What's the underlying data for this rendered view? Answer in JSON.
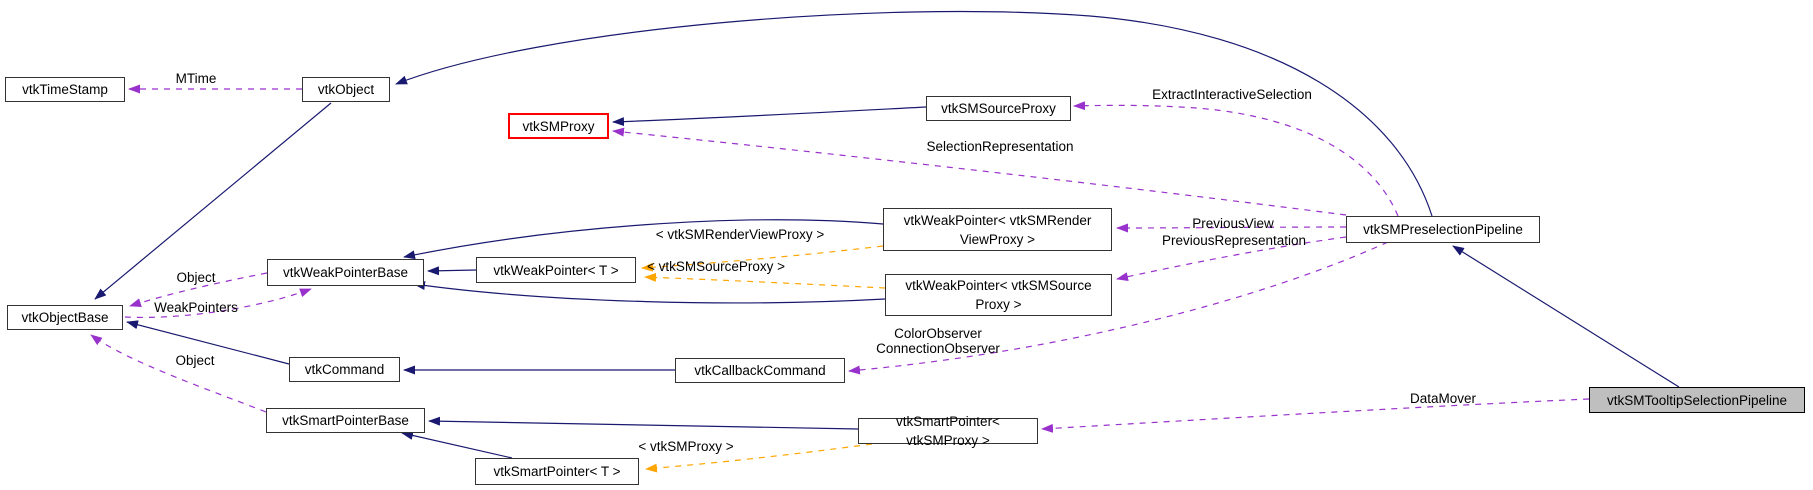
{
  "diagram": {
    "kind": "doxygen-collaboration-graph",
    "target_class": "vtkSMTooltipSelectionPipeline",
    "colors": {
      "background": "#ffffff",
      "inheritance_edge": "#191970",
      "member_edge": "#9932cc",
      "template_edge": "#ffa500",
      "node_border": "#333333",
      "node_fill": "#ffffff",
      "highlighted_node_border": "#ff0000",
      "target_node_fill": "#bfbfbf",
      "text": "#000000"
    }
  },
  "nodes": {
    "vtkTimeStamp": {
      "label": "vtkTimeStamp"
    },
    "vtkObject": {
      "label": "vtkObject"
    },
    "vtkSMProxy": {
      "label": "vtkSMProxy"
    },
    "vtkSMSourceProxy": {
      "label": "vtkSMSourceProxy"
    },
    "vtkObjectBase": {
      "label": "vtkObjectBase"
    },
    "vtkWeakPointerBase": {
      "label": "vtkWeakPointerBase"
    },
    "vtkWeakPointerT": {
      "label": "vtkWeakPointer< T >"
    },
    "vtkWeakPointerRenderView": {
      "label": "vtkWeakPointer< vtkSMRender\nViewProxy >"
    },
    "vtkWeakPointerSource": {
      "label": "vtkWeakPointer< vtkSMSource\nProxy >"
    },
    "vtkSMPreselectionPipeline": {
      "label": "vtkSMPreselectionPipeline"
    },
    "vtkCommand": {
      "label": "vtkCommand"
    },
    "vtkCallbackCommand": {
      "label": "vtkCallbackCommand"
    },
    "vtkSmartPointerBase": {
      "label": "vtkSmartPointerBase"
    },
    "vtkSmartPointerT": {
      "label": "vtkSmartPointer< T >"
    },
    "vtkSmartPointerSMProxy": {
      "label": "vtkSmartPointer< vtkSMProxy >"
    },
    "vtkSMTooltipSelectionPipeline": {
      "label": "vtkSMTooltipSelectionPipeline"
    }
  },
  "edge_labels": {
    "mtime": "MTime",
    "extract_interactive_selection": "ExtractInteractiveSelection",
    "selection_representation": "SelectionRepresentation",
    "previous_view": "PreviousView",
    "previous_representation": "PreviousRepresentation",
    "color_connection_observer": "ColorObserver\nConnectionObserver",
    "object_from_weak_pointer_base": "Object",
    "weak_pointers": "WeakPointers",
    "object_from_smart_pointer_base": "Object",
    "data_mover": "DataMover",
    "template_render_view_proxy": "< vtkSMRenderViewProxy >",
    "template_source_proxy": "< vtkSMSourceProxy >",
    "template_sm_proxy": "< vtkSMProxy >"
  }
}
